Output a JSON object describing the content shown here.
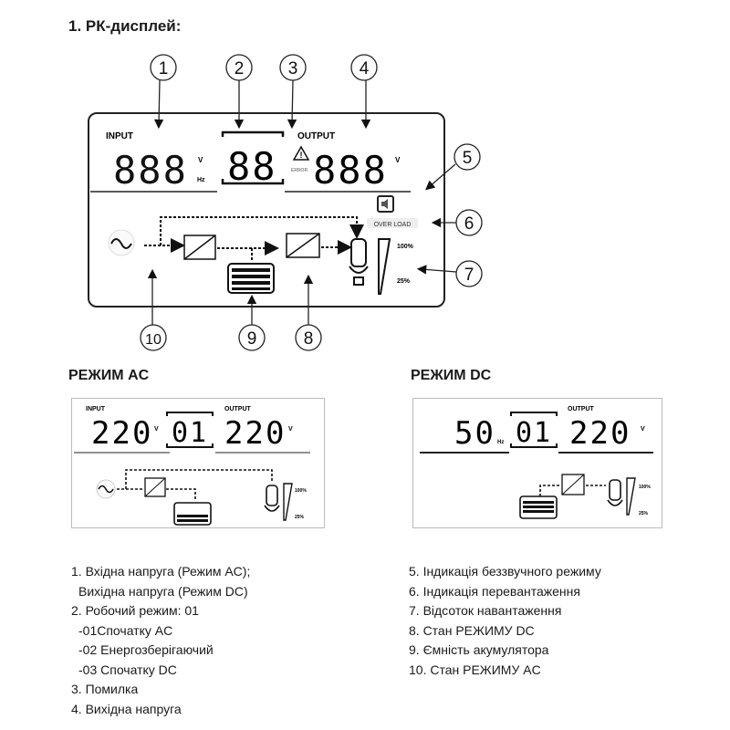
{
  "title": "1. РК-дисплей:",
  "main_display": {
    "input_label": "INPUT",
    "output_label": "OUTPUT",
    "input_value": "888",
    "input_unit_v": "V",
    "input_unit_hz": "Hz",
    "mode_value": "88",
    "error_label": "ERROR",
    "output_value": "888",
    "output_unit_v": "V",
    "overload_label": "OVER LOAD",
    "load_100": "100%",
    "load_25": "25%",
    "callouts": [
      "1",
      "2",
      "3",
      "4",
      "5",
      "6",
      "7",
      "8",
      "9",
      "10"
    ]
  },
  "mode_ac": {
    "heading": "РЕЖИМ AC",
    "input_label": "INPUT",
    "output_label": "OUTPUT",
    "input_value": "220",
    "input_unit": "V",
    "mode_value": "01",
    "output_value": "220",
    "output_unit": "V",
    "load_100": "100%",
    "load_25": "25%"
  },
  "mode_dc": {
    "heading": "РЕЖИМ DC",
    "output_label": "OUTPUT",
    "input_value": "50",
    "input_unit": "Hz",
    "mode_value": "01",
    "output_value": "220",
    "output_unit": "V",
    "load_100": "100%",
    "load_25": "25%"
  },
  "legend_left": [
    "1. Вхідна напруга (Режим AC);",
    "  Вихідна напруга (Режим DC)",
    "2. Робочий режим: 01",
    "  -01Спочатку AC",
    "  -02 Енергозберігаючий",
    "  -03 Спочатку DC",
    "3. Помилка",
    "4. Вихідна напруга"
  ],
  "legend_right": [
    "5. Індикація беззвучного режиму",
    "6. Індикація перевантаження",
    "7. Відсоток навантаження",
    "8. Стан РЕЖИМУ DC",
    "9. Ємність акумулятора",
    "10. Стан РЕЖИМУ AC"
  ]
}
